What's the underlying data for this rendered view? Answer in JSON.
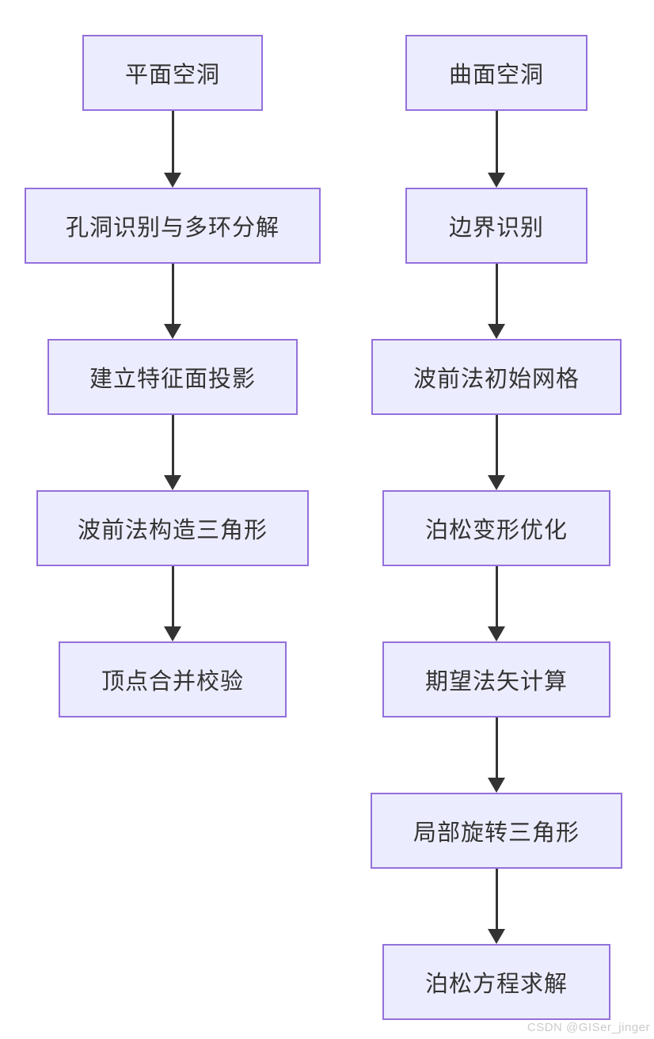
{
  "diagram": {
    "type": "flowchart",
    "direction": "top-down",
    "columns": [
      {
        "name": "planar-hole-pipeline",
        "nodes": [
          {
            "id": "l1",
            "label": "平面空洞"
          },
          {
            "id": "l2",
            "label": "孔洞识别与多环分解"
          },
          {
            "id": "l3",
            "label": "建立特征面投影"
          },
          {
            "id": "l4",
            "label": "波前法构造三角形"
          },
          {
            "id": "l5",
            "label": "顶点合并校验"
          }
        ]
      },
      {
        "name": "surface-hole-pipeline",
        "nodes": [
          {
            "id": "r1",
            "label": "曲面空洞"
          },
          {
            "id": "r2",
            "label": "边界识别"
          },
          {
            "id": "r3",
            "label": "波前法初始网格"
          },
          {
            "id": "r4",
            "label": "泊松变形优化"
          },
          {
            "id": "r5",
            "label": "期望法矢计算"
          },
          {
            "id": "r6",
            "label": "局部旋转三角形"
          },
          {
            "id": "r7",
            "label": "泊松方程求解"
          }
        ]
      }
    ],
    "edges": [
      {
        "from": "l1",
        "to": "l2"
      },
      {
        "from": "l2",
        "to": "l3"
      },
      {
        "from": "l3",
        "to": "l4"
      },
      {
        "from": "l4",
        "to": "l5"
      },
      {
        "from": "r1",
        "to": "r2"
      },
      {
        "from": "r2",
        "to": "r3"
      },
      {
        "from": "r3",
        "to": "r4"
      },
      {
        "from": "r4",
        "to": "r5"
      },
      {
        "from": "r5",
        "to": "r6"
      },
      {
        "from": "r6",
        "to": "r7"
      }
    ],
    "colors": {
      "node_fill": "#ECECFF",
      "node_border": "#9370DB",
      "edge": "#333333",
      "text": "#333333",
      "background": "#ffffff",
      "watermark": "#cbcbcb"
    }
  },
  "watermark": {
    "text": "CSDN @GISer_jinger"
  }
}
